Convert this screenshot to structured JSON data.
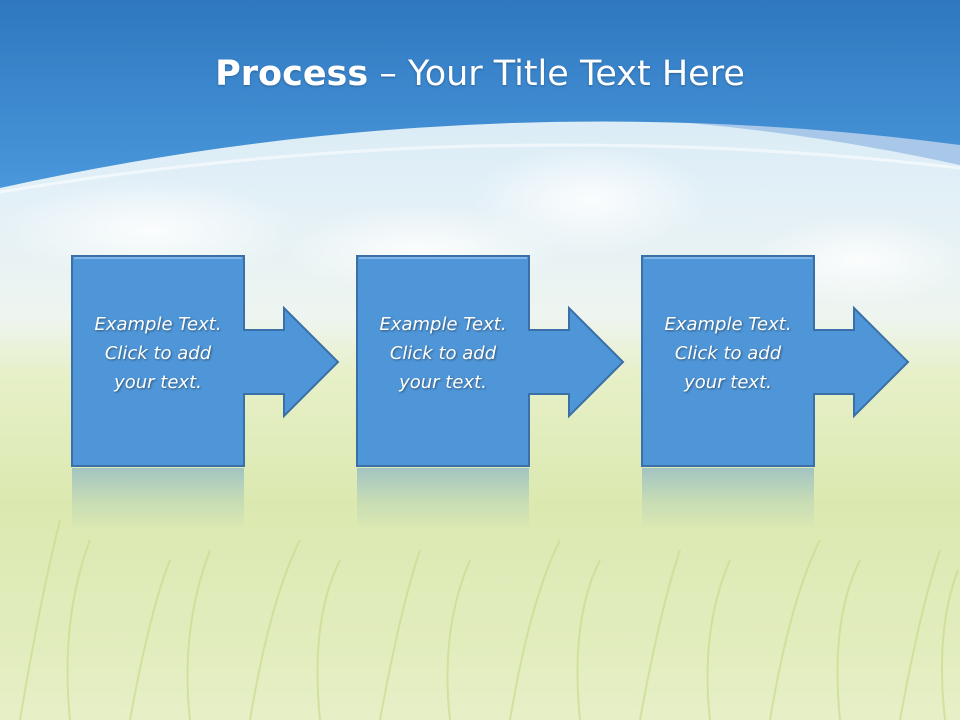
{
  "title": {
    "strong": "Process",
    "rest": " – Your Title Text Here"
  },
  "steps": [
    {
      "text": "Example Text.\nClick  to add\nyour text."
    },
    {
      "text": "Example Text.\nClick  to add\nyour text."
    },
    {
      "text": "Example Text.\nClick  to add\nyour text."
    }
  ],
  "colors": {
    "header_blue": "#3a86cf",
    "box_fill": "#4f96d8",
    "box_stroke": "#3a6fa8",
    "text": "#ffffff"
  }
}
